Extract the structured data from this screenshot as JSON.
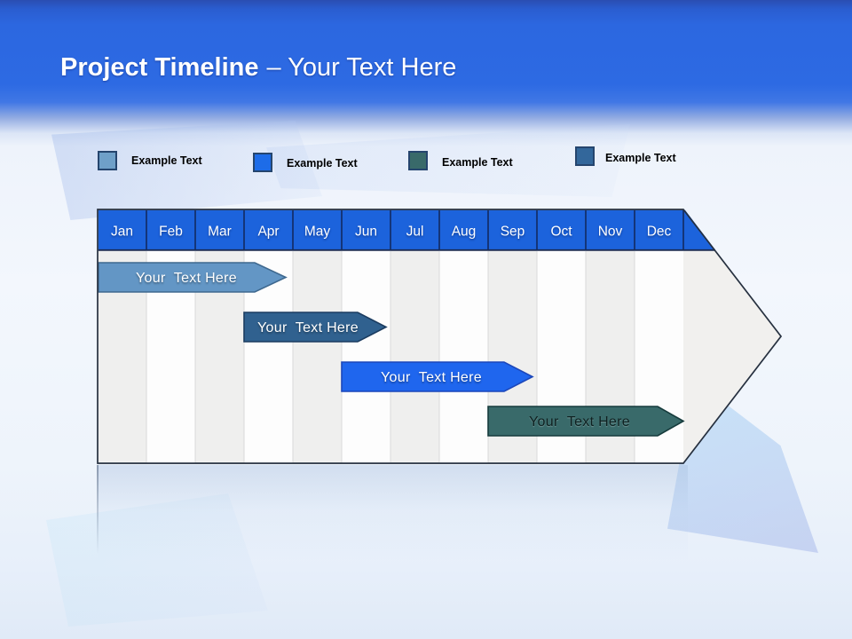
{
  "slide": {
    "title": {
      "bold": "Project Timeline",
      "rest": "– Your Text Here"
    }
  },
  "legend": [
    {
      "label": "Example Text",
      "color": "#6FA0C8"
    },
    {
      "label": "Example Text",
      "color": "#1D6CE8"
    },
    {
      "label": "Example Text",
      "color": "#396A6A"
    },
    {
      "label": "Example Text",
      "color": "#33679B"
    }
  ],
  "timeline": {
    "months": [
      "Jan",
      "Feb",
      "Mar",
      "Apr",
      "May",
      "Jun",
      "Jul",
      "Aug",
      "Sep",
      "Oct",
      "Nov",
      "Dec"
    ],
    "header_color": "#1C63DC",
    "bars": [
      {
        "label": "Your  Text Here",
        "color": "#6396C5",
        "text_color": "#FFFFFF",
        "span_months": "Jan – Apr"
      },
      {
        "label": "Your  Text Here",
        "color": "#30618F",
        "text_color": "#FFFFFF",
        "span_months": "Apr – Jun"
      },
      {
        "label": "Your  Text Here",
        "color": "#1F66EE",
        "text_color": "#FFFFFF",
        "span_months": "Jun – Sep"
      },
      {
        "label": "Your  Text Here",
        "color": "#396A6A",
        "text_color": "#142626",
        "span_months": "Sep – Dec"
      }
    ]
  }
}
